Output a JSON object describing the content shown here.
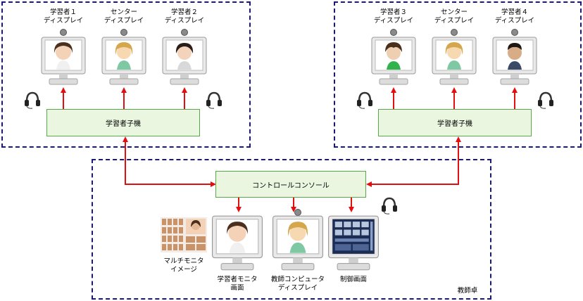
{
  "groups": {
    "left_pod": {
      "monitors": [
        {
          "label": "学習者１\nディスプレイ",
          "face": "woman-smiling"
        },
        {
          "label": "センター\nディスプレイ",
          "face": "cartoon-operator"
        },
        {
          "label": "学習者２\nディスプレイ",
          "face": "woman-short-hair"
        }
      ],
      "unit_label": "学習者子機"
    },
    "right_pod": {
      "monitors": [
        {
          "label": "学習者３\nディスプレイ",
          "face": "young-man"
        },
        {
          "label": "センター\nディスプレイ",
          "face": "cartoon-operator"
        },
        {
          "label": "学習者４\nディスプレイ",
          "face": "man-smiling"
        }
      ],
      "unit_label": "学習者子機"
    },
    "teacher_desk": {
      "console_label": "コントロールコンソール",
      "desk_label": "教師卓",
      "items": [
        {
          "label": "マルチモニタ\nイメージ"
        },
        {
          "label": "学習者モニタ\n画面"
        },
        {
          "label": "教師コンピュータ\nディスプレイ"
        },
        {
          "label": "制御画面"
        }
      ]
    }
  },
  "colors": {
    "border": "#1a1a6e",
    "wire": "#e01010",
    "unit_fill": "#eaf6df",
    "unit_border": "#58a84a"
  }
}
